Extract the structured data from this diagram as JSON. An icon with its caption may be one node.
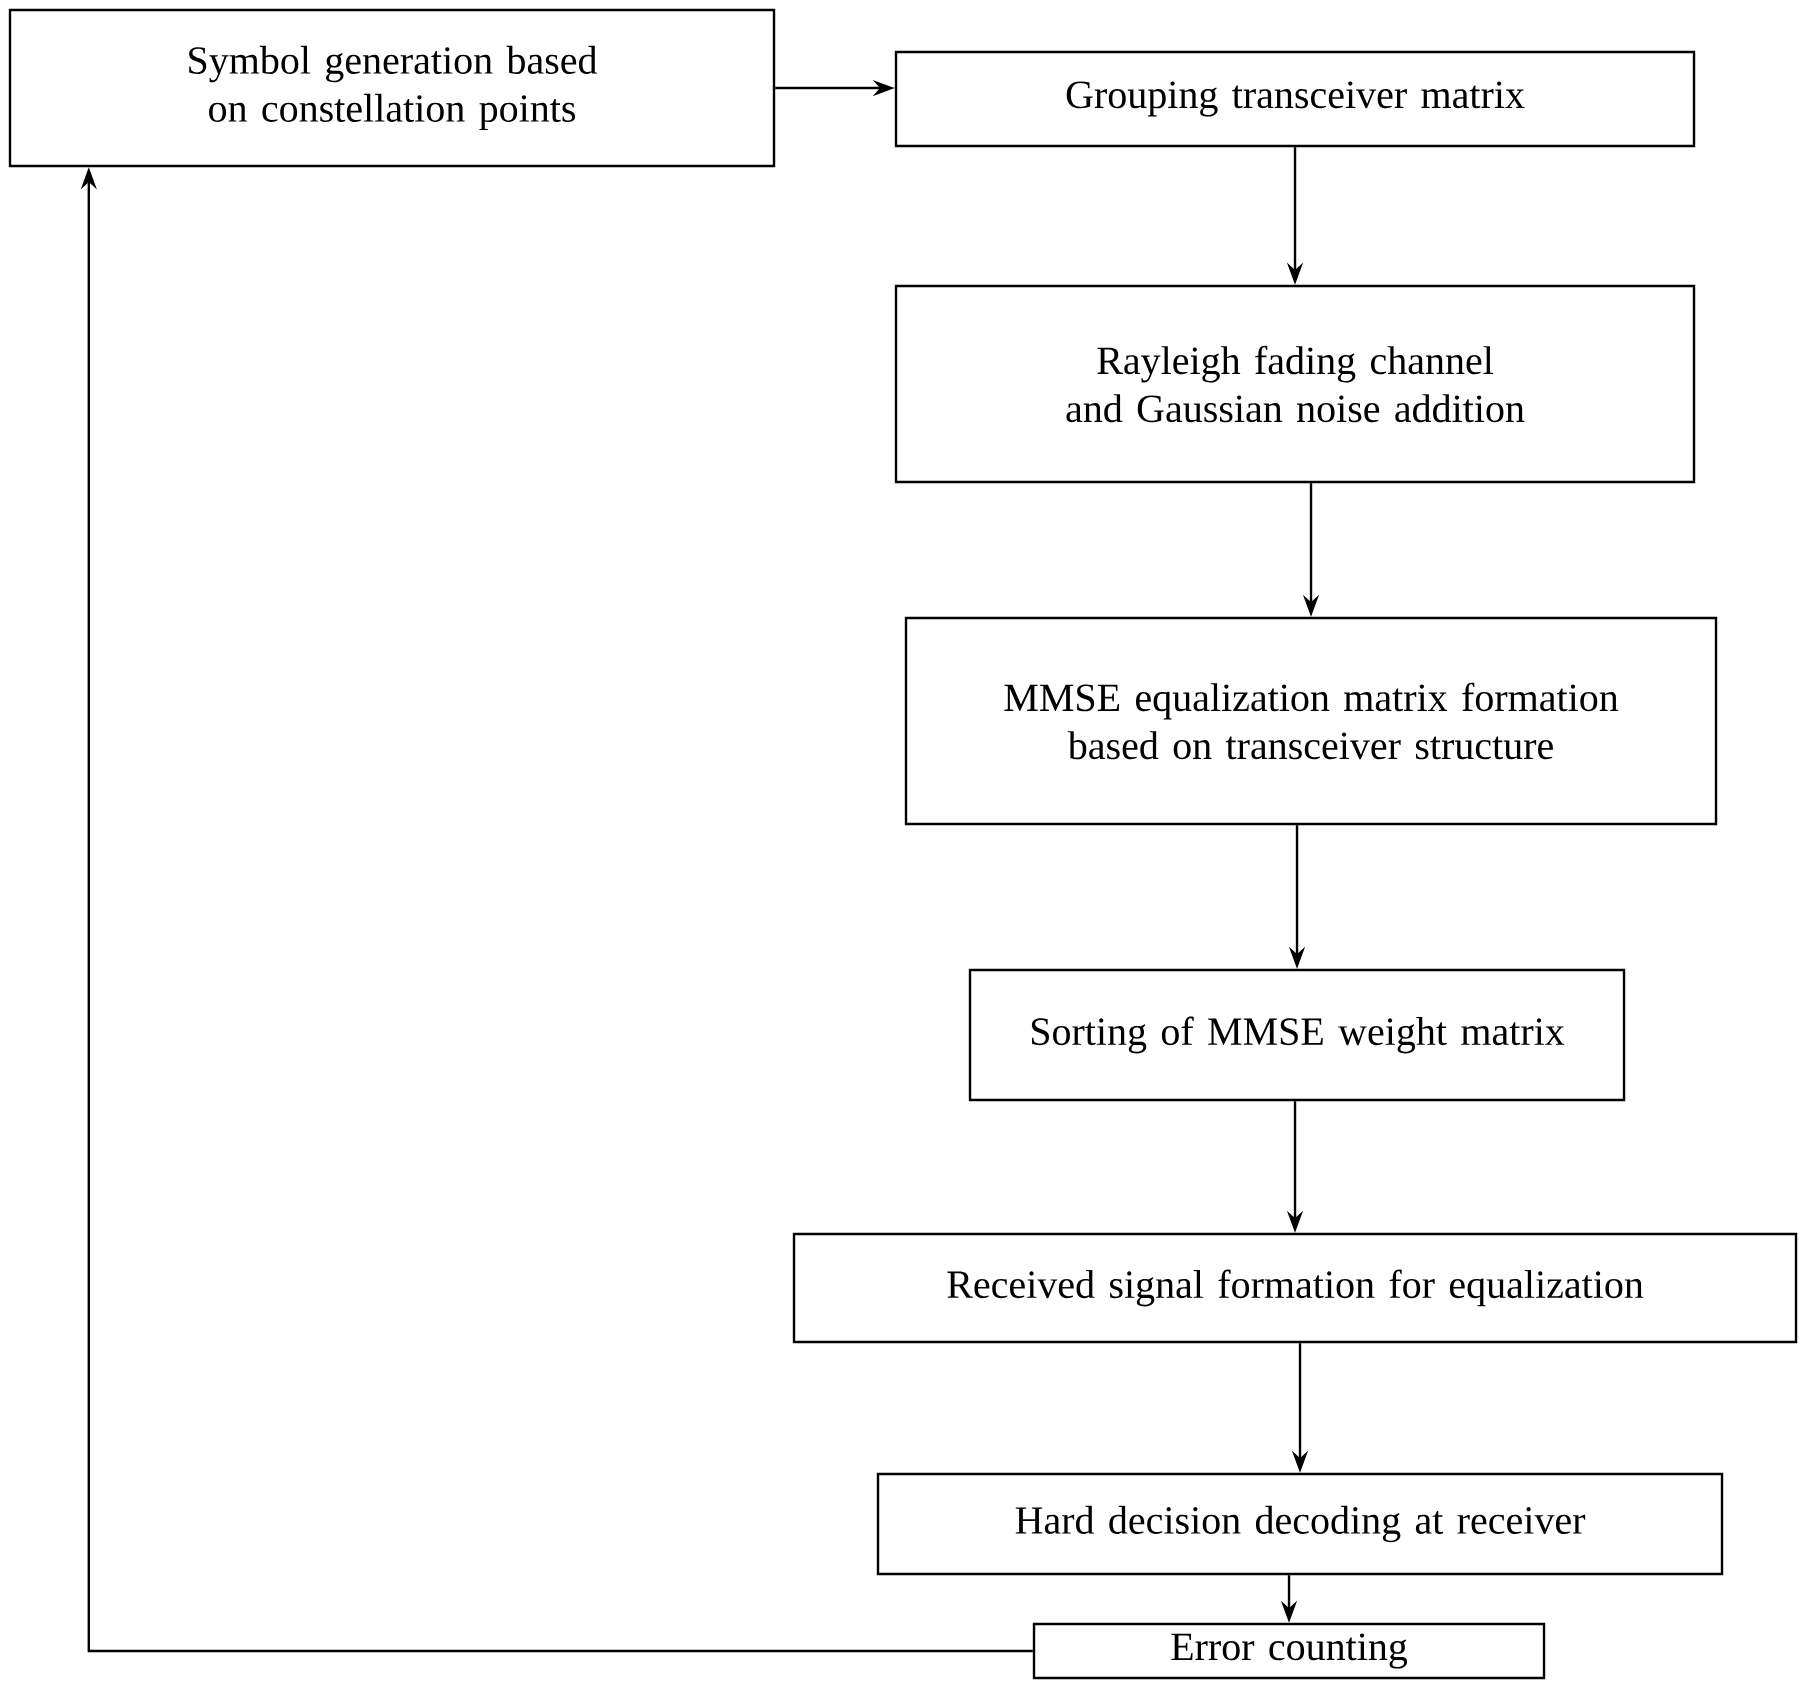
{
  "diagram": {
    "nodes": [
      {
        "text": [
          "Symbol generation based on constellation points"
        ]
      },
      {
        "text": [
          "Grouping transceiver matrix"
        ]
      },
      {
        "text": [
          "Rayleigh fading channel and Gaussian noise addition"
        ]
      },
      {
        "text": [
          "MMSE equalization matrix formation based on transceiver structure"
        ]
      },
      {
        "text": [
          "Sorting of MMSE weight matrix"
        ]
      },
      {
        "text": [
          "Received signal formation for equalization"
        ]
      },
      {
        "text": [
          "Hard decision decoding at receiver"
        ]
      },
      {
        "text": [
          "Error counting"
        ]
      }
    ],
    "edges": [
      {
        "from": 0,
        "to": 1,
        "arrow": "to"
      },
      {
        "from": 1,
        "to": 2,
        "arrow": "to"
      },
      {
        "from": 2,
        "to": 3,
        "arrow": "to"
      },
      {
        "from": 3,
        "to": 4,
        "arrow": "to"
      },
      {
        "from": 4,
        "to": 5,
        "arrow": "to"
      },
      {
        "from": 5,
        "to": 6,
        "arrow": "to"
      },
      {
        "from": 6,
        "to": 7,
        "arrow": "to"
      },
      {
        "from": 7,
        "to": 0,
        "arrow": "to"
      }
    ]
  }
}
